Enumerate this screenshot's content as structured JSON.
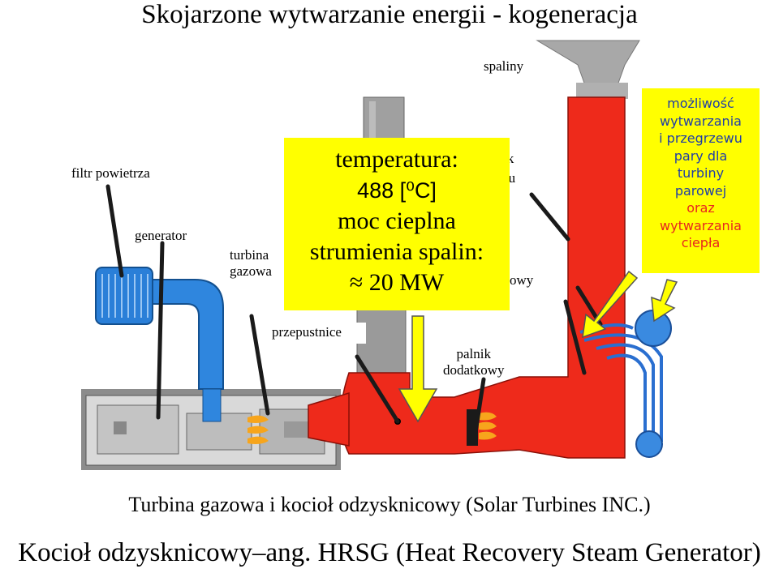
{
  "title": "Skojarzone wytwarzanie energii - kogeneracja",
  "labels": {
    "spaliny": "spaliny",
    "filtr": "filtr powietrza",
    "generator": "generator",
    "turbina_line1": "turbina",
    "turbina_line2": "gazowa",
    "przepustnice": "przepustnice",
    "palnik_line1": "palnik",
    "palnik_line2": "dodatkowy",
    "partial_ik": "ik",
    "partial_su": "su",
    "partial_owy": "owy"
  },
  "center_box": {
    "line1": "temperatura:",
    "line2": "488 [⁰C]",
    "line3": "moc cieplna",
    "line4": "strumienia spalin:",
    "line5": "≈ 20 MW"
  },
  "right_box": {
    "line1": "możliwość",
    "line2": "wytwarzania",
    "line3": "i przegrzewu",
    "line4": "pary dla",
    "line5": "turbiny",
    "line6": "parowej",
    "line7": "oraz",
    "line8": "wytwarzania",
    "line9": "ciepła"
  },
  "captions": {
    "caption1": "Turbina gazowa i kocioł odzysknicowy (Solar Turbines INC.)",
    "caption2": "Kocioł odzysknicowy–ang. HRSG (Heat Recovery Steam Generator)"
  },
  "colors": {
    "boiler_red": "#ee2a1b",
    "highlight_yellow": "#ffff00",
    "filter_blue": "#2a7fd8",
    "stack_gray": "#9a9a9a",
    "red_text": "#e8261f"
  }
}
